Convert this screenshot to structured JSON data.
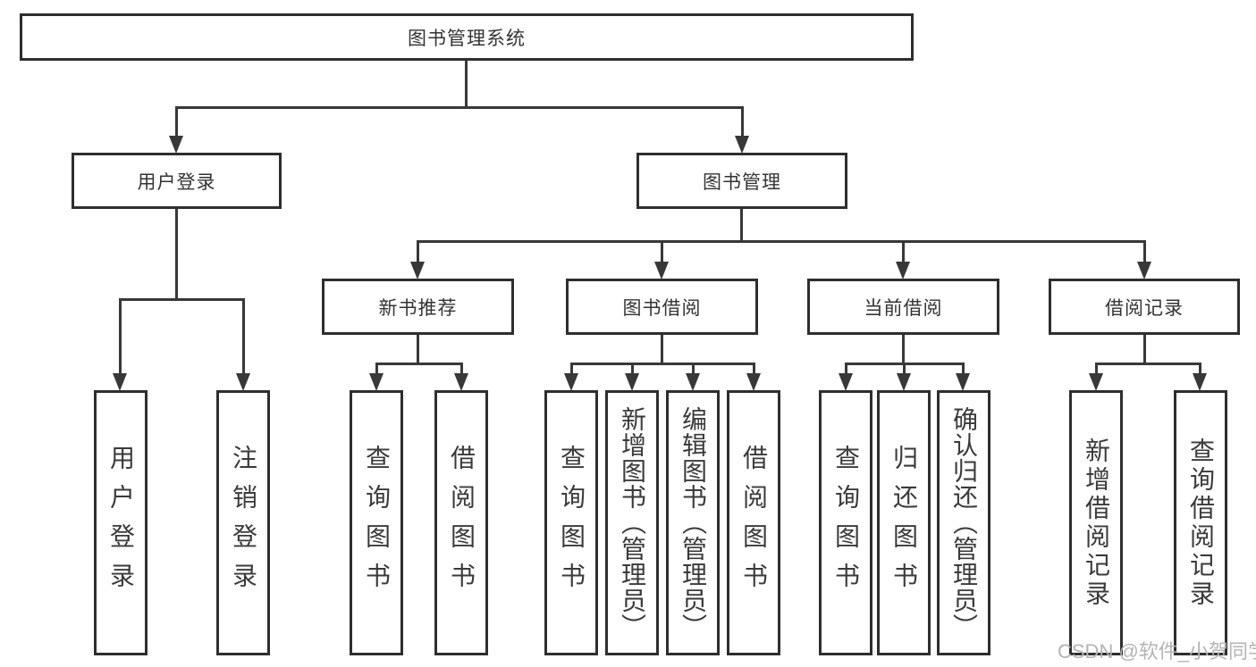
{
  "diagram": {
    "root": {
      "label": "图书管理系统"
    },
    "level1": [
      {
        "label": "用户登录"
      },
      {
        "label": "图书管理"
      }
    ],
    "level2": [
      {
        "label": "新书推荐"
      },
      {
        "label": "图书借阅"
      },
      {
        "label": "当前借阅"
      },
      {
        "label": "借阅记录"
      }
    ],
    "leaves": {
      "user_login": [
        {
          "label": "用户登录"
        },
        {
          "label": "注销登录"
        }
      ],
      "new_book_recommend": [
        {
          "label": "查询图书"
        },
        {
          "label": "借阅图书"
        }
      ],
      "book_borrow": [
        {
          "label": "查询图书"
        },
        {
          "label": "新增图书（管理员）"
        },
        {
          "label": "编辑图书（管理员）"
        },
        {
          "label": "借阅图书"
        }
      ],
      "current_borrow": [
        {
          "label": "查询图书"
        },
        {
          "label": "归还图书"
        },
        {
          "label": "确认归还（管理员）"
        }
      ],
      "borrow_records": [
        {
          "label": "新增借阅记录"
        },
        {
          "label": "查询借阅记录"
        }
      ]
    }
  },
  "watermark": {
    "text": "CSDN @软件_小贺同学"
  },
  "colors": {
    "line": "#383838",
    "box_border": "#2e2e2e",
    "text": "#333333",
    "watermark": "#b4b4b4",
    "background": "#ffffff"
  }
}
